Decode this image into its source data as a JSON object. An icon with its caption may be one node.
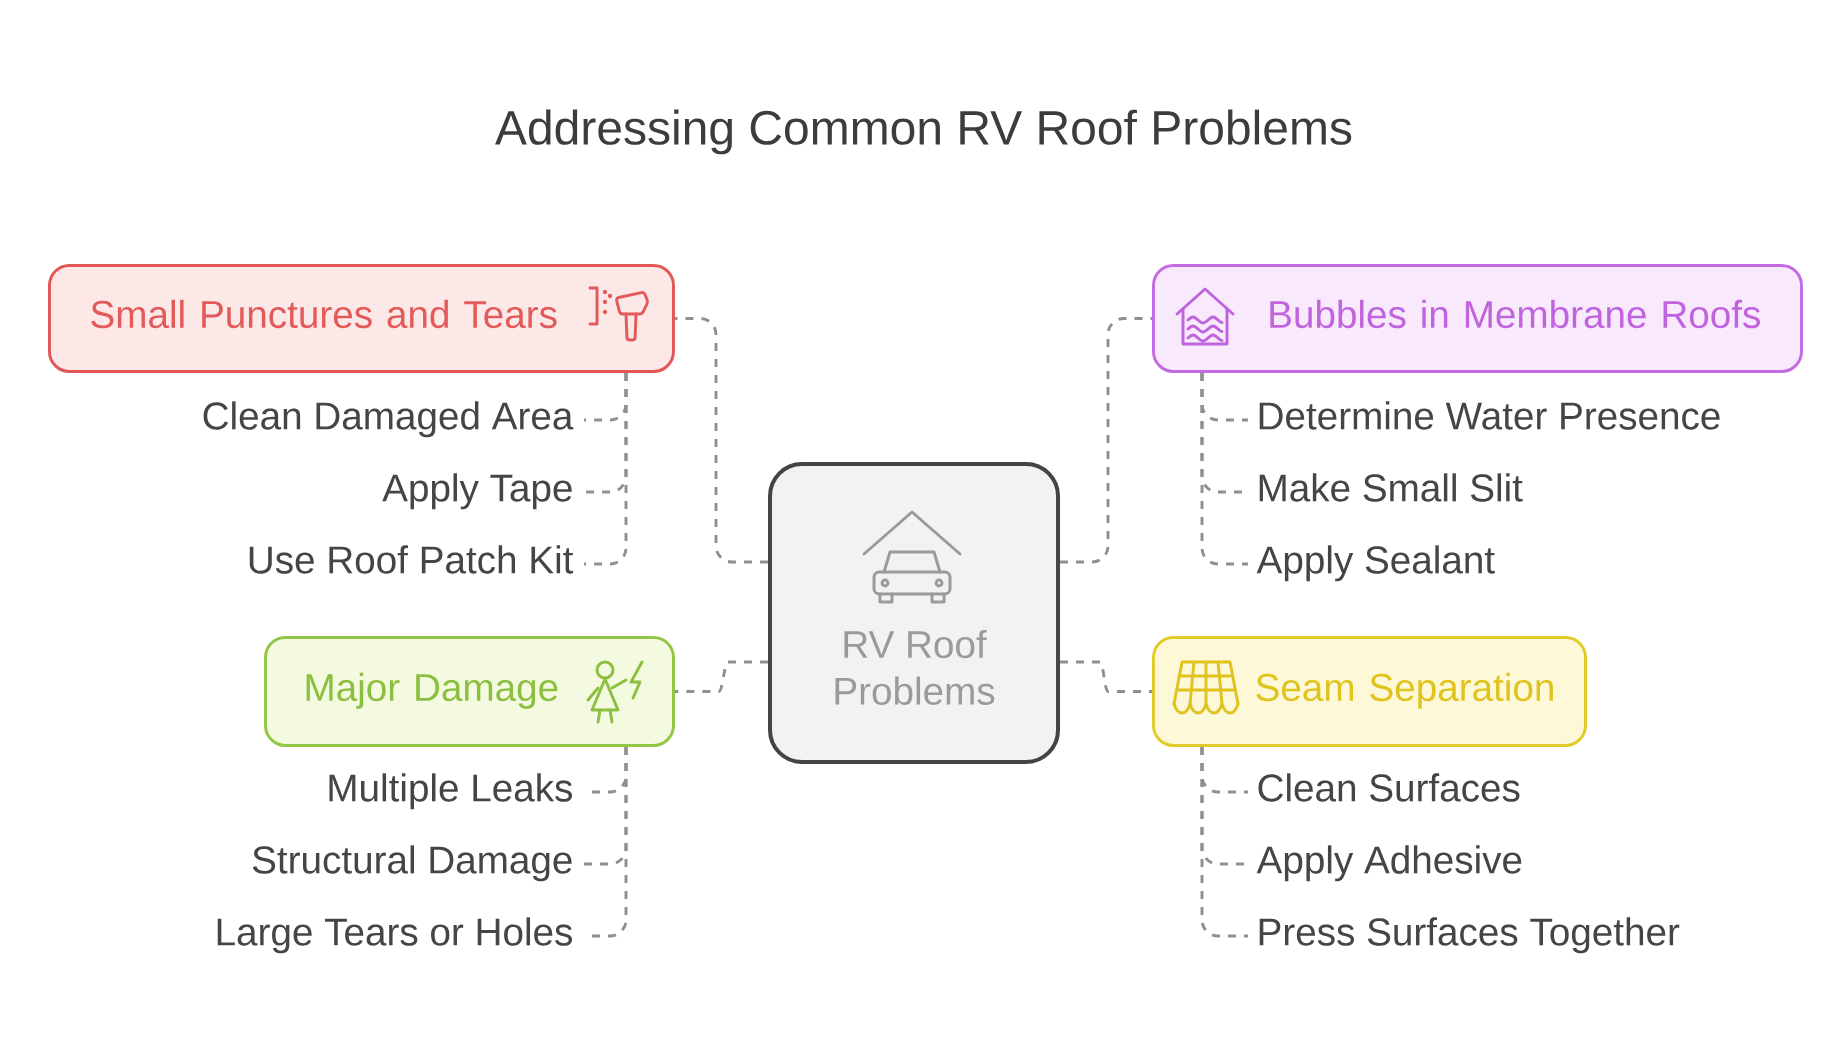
{
  "diagram": {
    "title": "Addressing Common RV Roof Problems",
    "nodes": [
      {
        "text": [
          "RV Roof Problems"
        ]
      },
      {
        "text": [
          "Small Punctures and Tears"
        ]
      },
      {
        "text": [
          "Clean Damaged Area"
        ]
      },
      {
        "text": [
          "Apply Tape"
        ]
      },
      {
        "text": [
          "Use Roof Patch Kit"
        ]
      },
      {
        "text": [
          "Bubbles in Membrane Roofs"
        ]
      },
      {
        "text": [
          "Determine Water Presence"
        ]
      },
      {
        "text": [
          "Make Small Slit"
        ]
      },
      {
        "text": [
          "Apply Sealant"
        ]
      },
      {
        "text": [
          "Major Damage"
        ]
      },
      {
        "text": [
          "Multiple Leaks"
        ]
      },
      {
        "text": [
          "Structural Damage"
        ]
      },
      {
        "text": [
          "Large Tears or Holes"
        ]
      },
      {
        "text": [
          "Seam Separation"
        ]
      },
      {
        "text": [
          "Clean Surfaces"
        ]
      },
      {
        "text": [
          "Apply Adhesive"
        ]
      },
      {
        "text": [
          "Press Surfaces Together"
        ]
      }
    ],
    "edges": [
      {
        "from": 0,
        "to": 1,
        "arrow": "none",
        "style": "dashed"
      },
      {
        "from": 0,
        "to": 5,
        "arrow": "none",
        "style": "dashed"
      },
      {
        "from": 0,
        "to": 9,
        "arrow": "none",
        "style": "dashed"
      },
      {
        "from": 0,
        "to": 13,
        "arrow": "none",
        "style": "dashed"
      },
      {
        "from": 1,
        "to": 2,
        "arrow": "none",
        "style": "dashed"
      },
      {
        "from": 1,
        "to": 3,
        "arrow": "none",
        "style": "dashed"
      },
      {
        "from": 1,
        "to": 4,
        "arrow": "none",
        "style": "dashed"
      },
      {
        "from": 5,
        "to": 6,
        "arrow": "none",
        "style": "dashed"
      },
      {
        "from": 5,
        "to": 7,
        "arrow": "none",
        "style": "dashed"
      },
      {
        "from": 5,
        "to": 8,
        "arrow": "none",
        "style": "dashed"
      },
      {
        "from": 9,
        "to": 10,
        "arrow": "none",
        "style": "dashed"
      },
      {
        "from": 9,
        "to": 11,
        "arrow": "none",
        "style": "dashed"
      },
      {
        "from": 9,
        "to": 12,
        "arrow": "none",
        "style": "dashed"
      },
      {
        "from": 13,
        "to": 14,
        "arrow": "none",
        "style": "dashed"
      },
      {
        "from": 13,
        "to": 15,
        "arrow": "none",
        "style": "dashed"
      },
      {
        "from": 13,
        "to": 16,
        "arrow": "none",
        "style": "dashed"
      }
    ]
  }
}
